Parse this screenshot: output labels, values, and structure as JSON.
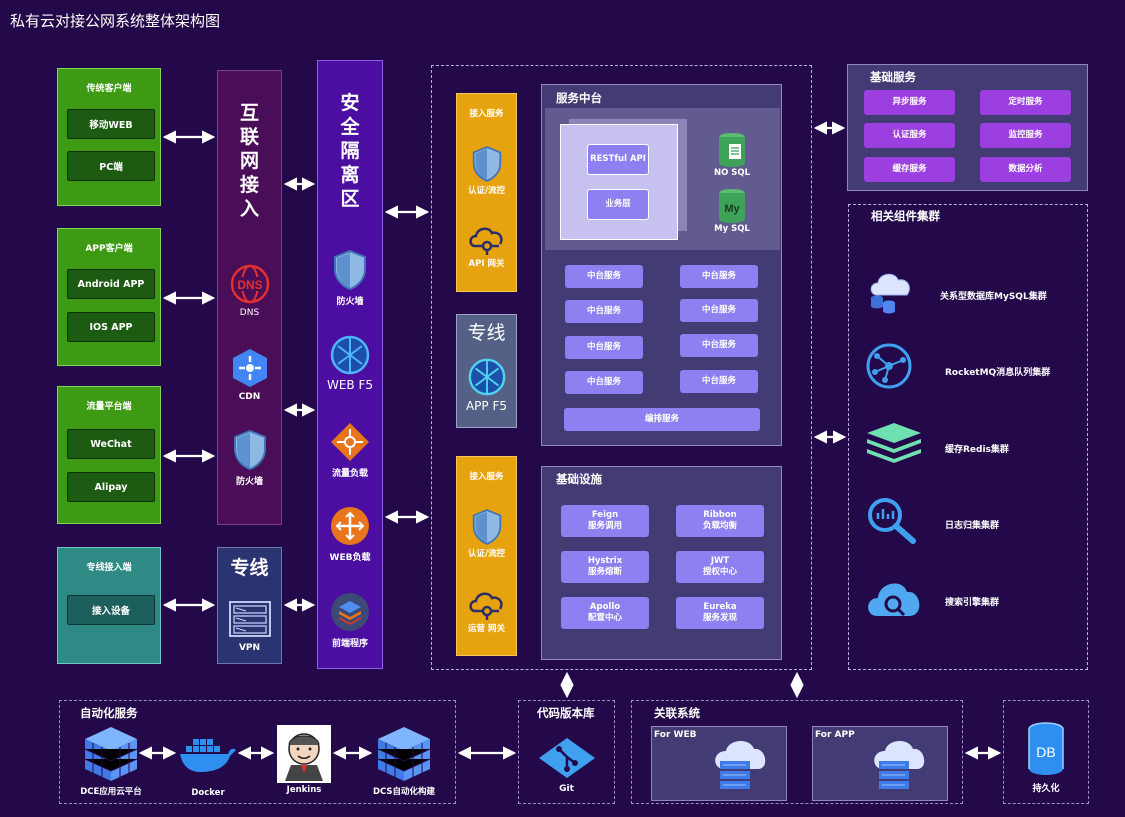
{
  "title": "私有云对接公网系统整体架构图",
  "clients": {
    "traditional": {
      "title": "传统客户端",
      "items": [
        "移动WEB",
        "PC端"
      ]
    },
    "app": {
      "title": "APP客户端",
      "items": [
        "Android APP",
        "IOS APP"
      ]
    },
    "traffic": {
      "title": "流量平台端",
      "items": [
        "WeChat",
        "Alipay"
      ]
    },
    "dedicated": {
      "title": "专线接入端",
      "items": [
        "接入设备"
      ]
    }
  },
  "internet": {
    "title": "互联网接入",
    "dns": "DNS",
    "dns_icon_text": "DNS",
    "cdn": "CDN",
    "firewall": "防火墙"
  },
  "line_col": {
    "title": "专线",
    "vpn": "VPN"
  },
  "security": {
    "title": "安全隔离区",
    "firewall": "防火墙",
    "webf5": "WEB F5",
    "lb": "流量负载",
    "weblb": "WEB负载",
    "frontend": "前端程序"
  },
  "access1": {
    "title": "接入服务",
    "auth": "认证/流控",
    "gateway": "API 网关"
  },
  "line_mid": {
    "title": "专线",
    "appf5": "APP F5"
  },
  "access2": {
    "title": "接入服务",
    "auth": "认证/流控",
    "gateway": "运营 网关"
  },
  "service_center": {
    "title": "服务中台",
    "restful": "RESTful API",
    "business": "业务层",
    "nosql": "NO SQL",
    "mysql": "My SQL",
    "mysql_icon_text": "My",
    "services": [
      "中台服务",
      "中台服务",
      "中台服务",
      "中台服务",
      "中台服务",
      "中台服务",
      "中台服务",
      "中台服务"
    ],
    "orchestrate": "编排服务"
  },
  "infra": {
    "title": "基础设施",
    "items": [
      {
        "l1": "Feign",
        "l2": "服务调用"
      },
      {
        "l1": "Ribbon",
        "l2": "负载均衡"
      },
      {
        "l1": "Hystrix",
        "l2": "服务熔断"
      },
      {
        "l1": "JWT",
        "l2": "授权中心"
      },
      {
        "l1": "Apollo",
        "l2": "配置中心"
      },
      {
        "l1": "Eureka",
        "l2": "服务发现"
      }
    ]
  },
  "base_services": {
    "title": "基础服务",
    "items": [
      "异步服务",
      "定时服务",
      "认证服务",
      "监控服务",
      "缓存服务",
      "数据分析"
    ]
  },
  "components": {
    "title": "相关组件集群",
    "items": [
      "关系型数据库MySQL集群",
      "RocketMQ消息队列集群",
      "缓存Redis集群",
      "日志归集集群",
      "搜索引擎集群"
    ]
  },
  "automation": {
    "title": "自动化服务",
    "items": [
      "DCE应用云平台",
      "Docker",
      "Jenkins",
      "DCS自动化构建"
    ]
  },
  "code_repo": {
    "title": "代码版本库",
    "git": "Git"
  },
  "related": {
    "title": "关联系统",
    "web": "For WEB",
    "app": "For APP"
  },
  "persist": {
    "label": "持久化",
    "db_icon_text": "DB"
  },
  "colors": {
    "background": "#24094a",
    "green": "#3d9a12",
    "teal": "#2f8a86",
    "orange": "#e7a30d",
    "purple_button": "#8d80f0",
    "security": "#4b0ea0",
    "internet": "#4a0d57"
  }
}
